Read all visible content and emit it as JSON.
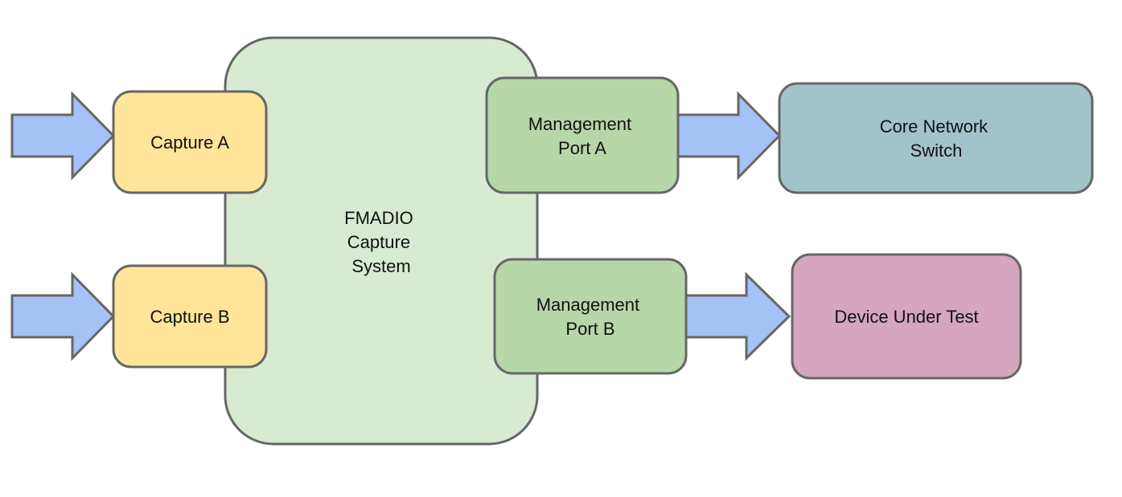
{
  "diagram": {
    "colors": {
      "system": "#d9ead3",
      "capture": "#ffe599",
      "management": "#b6d7a8",
      "core_switch": "#a2c4c9",
      "dut": "#d5a6bd",
      "arrow": "#a4c2f4",
      "border": "#666666"
    },
    "nodes": {
      "system": {
        "lines": [
          "FMADIO",
          "Capture",
          "System"
        ]
      },
      "capture_a": {
        "lines": [
          "Capture A"
        ]
      },
      "capture_b": {
        "lines": [
          "Capture B"
        ]
      },
      "mgmt_a": {
        "lines": [
          "Management",
          "Port A"
        ]
      },
      "mgmt_b": {
        "lines": [
          "Management",
          "Port B"
        ]
      },
      "core_switch": {
        "lines": [
          "Core Network",
          "Switch"
        ]
      },
      "dut": {
        "lines": [
          "Device Under Test"
        ]
      }
    },
    "edges": [
      {
        "from": "external",
        "to": "capture_a"
      },
      {
        "from": "external",
        "to": "capture_b"
      },
      {
        "from": "mgmt_a",
        "to": "core_switch"
      },
      {
        "from": "mgmt_b",
        "to": "dut"
      }
    ]
  }
}
